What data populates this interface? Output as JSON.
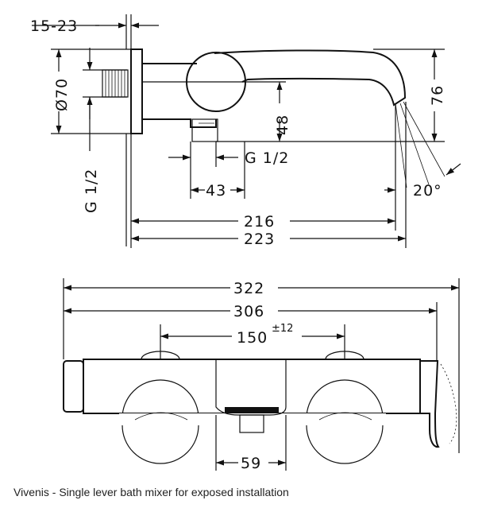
{
  "dimensions": {
    "d15_23": "15-23",
    "d70": "Ø70",
    "g_half_left": "G 1/2",
    "d48": "48",
    "g_half_mid": "G 1/2",
    "d43": "43",
    "d76": "76",
    "angle20": "20°",
    "d216": "216",
    "d223": "223",
    "d322": "322",
    "d306": "306",
    "d150": "150",
    "d150_tol": "±12",
    "d59": "59"
  },
  "caption": "Vivenis - Single lever bath mixer for exposed installation"
}
